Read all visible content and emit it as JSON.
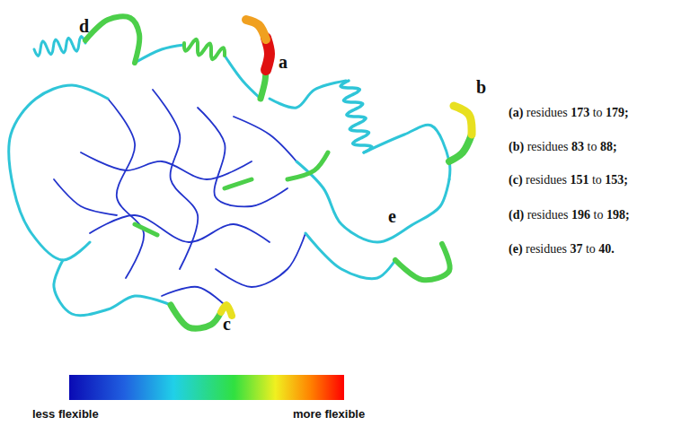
{
  "diagram": {
    "labels": [
      "d",
      "a",
      "b",
      "e",
      "c",
      "(a) residues 173 to 179;",
      "(b) residues 83 to 88;",
      "(c) residues 151 to 153;",
      "(d) residues 196 to 198;",
      "(e) residues 37 to 40.",
      "less flexible",
      "more flexible"
    ]
  }
}
